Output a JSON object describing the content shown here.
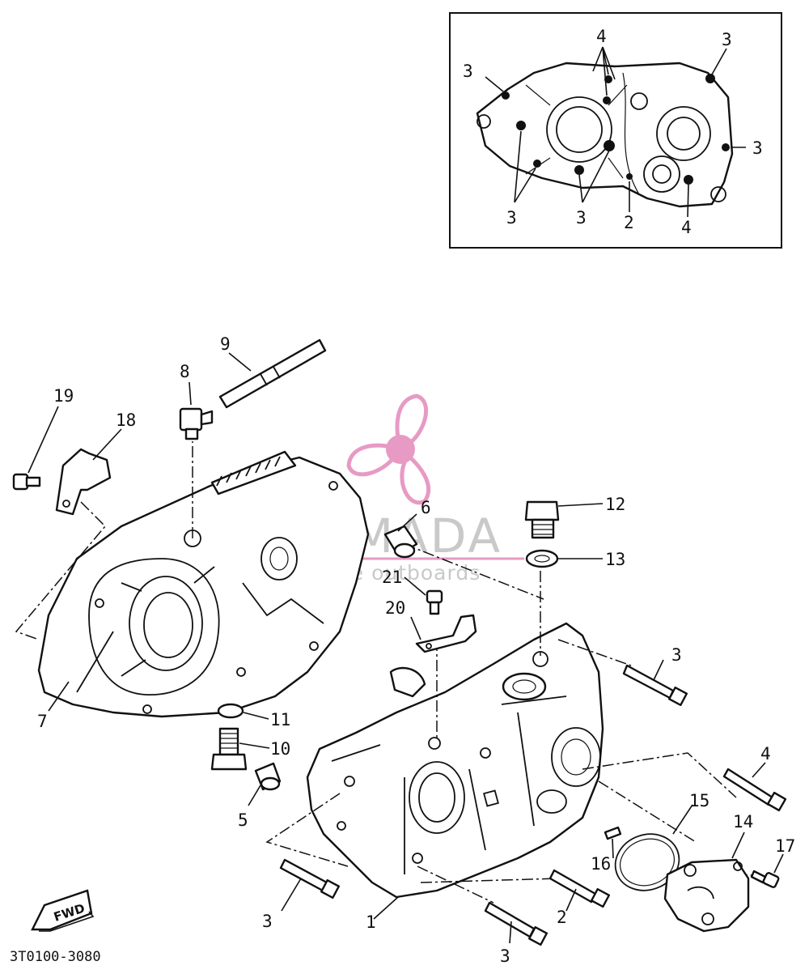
{
  "callouts": {
    "c1": "1",
    "c2": "2",
    "c3": "3",
    "c4": "4",
    "c5": "5",
    "c6": "6",
    "c7": "7",
    "c8": "8",
    "c9": "9",
    "c10": "10",
    "c11": "11",
    "c12": "12",
    "c13": "13",
    "c14": "14",
    "c15": "15",
    "c16": "16",
    "c17": "17",
    "c18": "18",
    "c19": "19",
    "c20": "20",
    "c21": "21"
  },
  "inset": {
    "labels": [
      "3",
      "4",
      "3",
      "3",
      "3",
      "3",
      "2",
      "4"
    ]
  },
  "watermark": {
    "brand": "ARMADA",
    "tagline": "marine outboards",
    "logo_color": "#e79ac4"
  },
  "footer": {
    "drawing_code": "3T0100-3080",
    "fwd_badge": "FWD"
  }
}
